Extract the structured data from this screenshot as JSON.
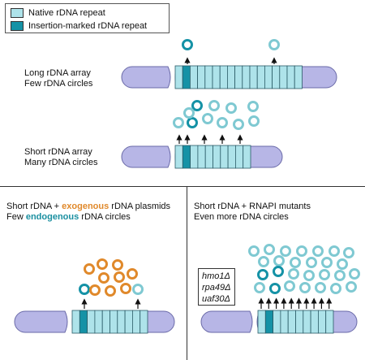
{
  "colors": {
    "native_repeat": "#aee3ea",
    "marked_repeat": "#1592a6",
    "chromosome": "#b7b6e6",
    "orange_circle": "#e0892b",
    "teal_text": "#1a8fa0"
  },
  "legend": {
    "native_label": "Native rDNA repeat",
    "marked_label": "Insertion-marked rDNA repeat"
  },
  "panel_long": {
    "line1": "Long rDNA array",
    "line2": "Few rDNA circles"
  },
  "panel_short": {
    "line1": "Short rDNA array",
    "line2": "Many rDNA circles"
  },
  "panel_plasmid": {
    "line1_a": "Short rDNA + ",
    "line1_b": "exogenous",
    "line1_c": " rDNA plasmids",
    "line2_a": "Few ",
    "line2_b": "endogenous",
    "line2_c": " rDNA circles"
  },
  "panel_rnapi": {
    "line1": "Short rDNA + RNAPI mutants",
    "line2": "Even more rDNA circles",
    "mutants": [
      "hmo1Δ",
      "rpa49Δ",
      "uaf30Δ"
    ]
  }
}
